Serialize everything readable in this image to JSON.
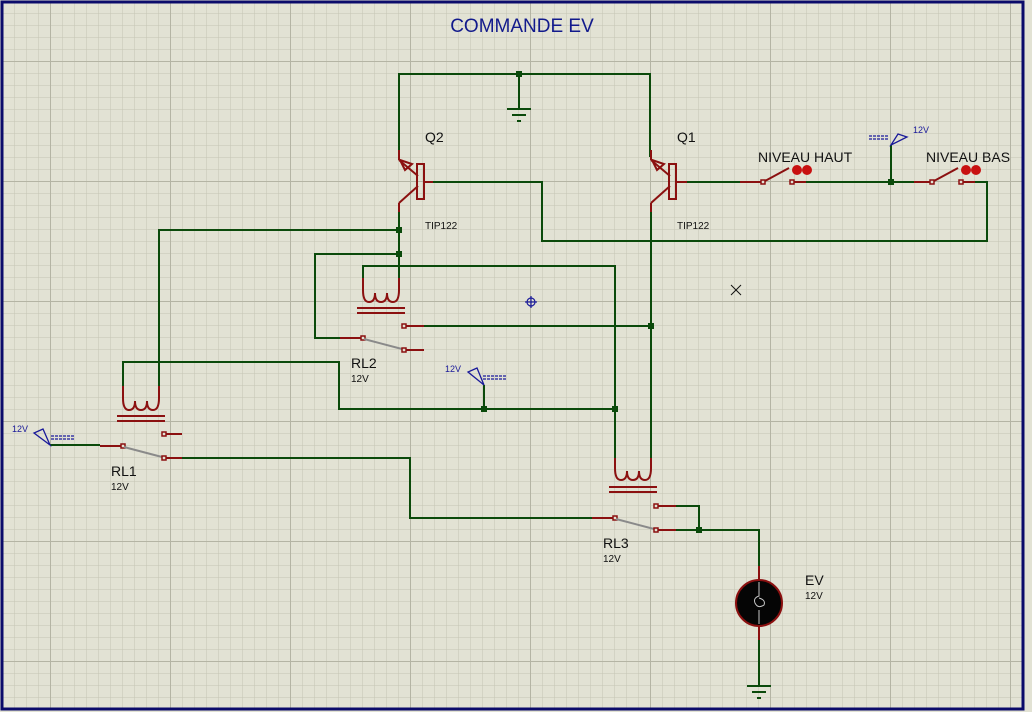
{
  "title": "COMMANDE EV",
  "colors": {
    "background": "#e2e2d4",
    "grid_minor": "#c4c4b4",
    "grid_major": "#b4b4a4",
    "border": "#0a0a6a",
    "wire": "#0b4a0b",
    "component": "#8b1010",
    "power_terminal": "#1a1a9a",
    "title": "#121a8c"
  },
  "components": {
    "q2": {
      "ref": "Q2",
      "value": "TIP122",
      "type": "pnp-darlington-transistor"
    },
    "q1": {
      "ref": "Q1",
      "value": "TIP122",
      "type": "pnp-darlington-transistor"
    },
    "rl1": {
      "ref": "RL1",
      "value": "12V",
      "type": "relay"
    },
    "rl2": {
      "ref": "RL2",
      "value": "12V",
      "type": "relay"
    },
    "rl3": {
      "ref": "RL3",
      "value": "12V",
      "type": "relay"
    },
    "ev": {
      "ref": "EV",
      "value": "12V",
      "type": "solenoid-valve"
    },
    "niveau_haut": {
      "ref": "NIVEAU HAUT",
      "type": "push-switch"
    },
    "niveau_bas": {
      "ref": "NIVEAU BAS",
      "type": "push-switch"
    }
  },
  "power_terminals": [
    {
      "id": "pwr-top-right",
      "label": "12V"
    },
    {
      "id": "pwr-middle",
      "label": "12V"
    },
    {
      "id": "pwr-left",
      "label": "12V"
    }
  ],
  "grounds": [
    {
      "id": "gnd-top"
    },
    {
      "id": "gnd-bottom"
    }
  ]
}
